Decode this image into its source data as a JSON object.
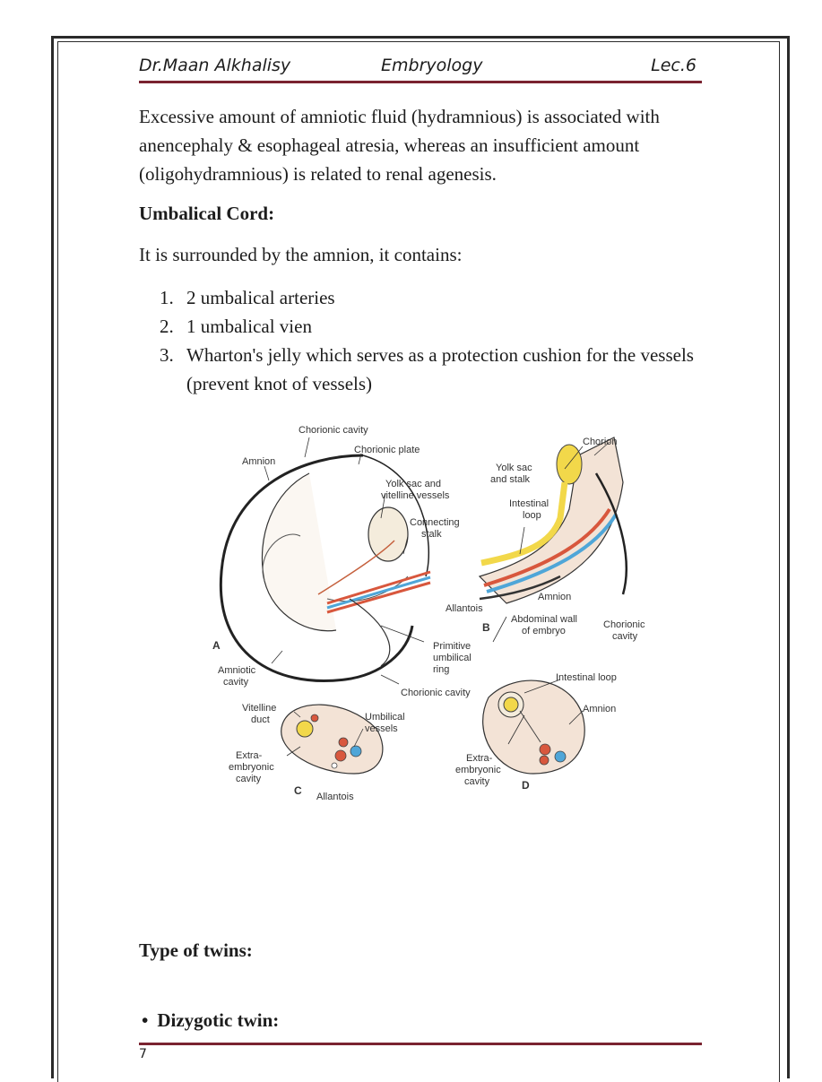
{
  "header": {
    "author": "Dr.Maan Alkhalisy",
    "subject": "Embryology",
    "lecture": "Lec.6"
  },
  "paragraph": "Excessive amount of amniotic fluid (hydramnious) is associated with anencephaly & esophageal atresia, whereas an insufficient amount (oligohydramnious) is related to renal agenesis.",
  "umbilical": {
    "heading": "Umbalical Cord:",
    "intro": "It is surrounded by the amnion, it contains:",
    "items": [
      {
        "num": "1.",
        "text": "2 umbalical arteries"
      },
      {
        "num": "2.",
        "text": "1 umbalical vien"
      },
      {
        "num": "3.",
        "text": "Wharton's jelly which serves as a protection cushion for the vessels (prevent knot of vessels)"
      }
    ]
  },
  "figure": {
    "labels": {
      "chorionic_cavity_top": "Chorionic cavity",
      "chorionic_plate": "Chorionic plate",
      "amnion_a": "Amnion",
      "yolk_sac_vitelline_1": "Yolk sac and",
      "yolk_sac_vitelline_2": "vitelline vessels",
      "connecting_stalk_1": "Connecting",
      "connecting_stalk_2": "stalk",
      "allantois_b": "Allantois",
      "primitive_1": "Primitive",
      "primitive_2": "umbilical",
      "primitive_3": "ring",
      "chorionic_cavity_bottom": "Chorionic cavity",
      "amniotic_1": "Amniotic",
      "amniotic_2": "cavity",
      "panel_a": "A",
      "chorion": "Chorion",
      "yolk_stalk_1": "Yolk sac",
      "yolk_stalk_2": "and stalk",
      "intestinal_1": "Intestinal",
      "intestinal_2": "loop",
      "amnion_b": "Amnion",
      "abdominal_1": "Abdominal wall",
      "abdominal_2": "of embryo",
      "chorionic_cavity_b1": "Chorionic",
      "chorionic_cavity_b2": "cavity",
      "panel_b": "B",
      "vitelline_1": "Vitelline",
      "vitelline_2": "duct",
      "umbilical_vessels_1": "Umbilical",
      "umbilical_vessels_2": "vessels",
      "extra_c1": "Extra-",
      "extra_c2": "embryonic",
      "extra_c3": "cavity",
      "panel_c": "C",
      "allantois_c": "Allantois",
      "intestinal_loop_d": "Intestinal loop",
      "amnion_d": "Amnion",
      "extra_d1": "Extra-",
      "extra_d2": "embryonic",
      "extra_d3": "cavity",
      "panel_d": "D"
    }
  },
  "twins": {
    "heading": "Type of twins:",
    "bullet_symbol": "•",
    "bullet": "Dizygotic twin:"
  },
  "footer": {
    "page_number": "7"
  },
  "colors": {
    "rule": "#7a2330",
    "vessel_red": "#d8573d",
    "vessel_blue": "#4fa6d8",
    "yolk_yellow": "#f2d84a",
    "tissue": "#f3e3d6"
  }
}
